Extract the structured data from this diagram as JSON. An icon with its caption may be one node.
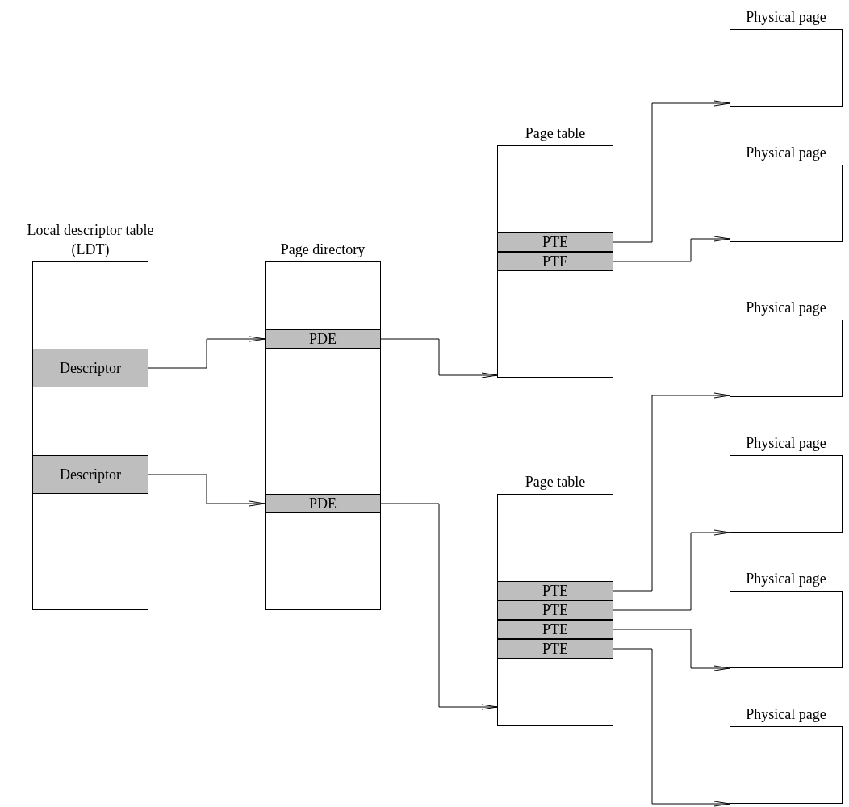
{
  "diagram": {
    "nodes": [
      {
        "text": [
          "Local descriptor table (LDT)"
        ]
      },
      {
        "text": [
          "Descriptor"
        ],
        "in": 0
      },
      {
        "text": [
          "Descriptor"
        ],
        "in": 0
      },
      {
        "text": [
          "Page directory"
        ]
      },
      {
        "text": [
          "PDE"
        ],
        "in": 3
      },
      {
        "text": [
          "PDE"
        ],
        "in": 3
      },
      {
        "text": [
          "Page table"
        ]
      },
      {
        "text": [
          "PTE"
        ],
        "in": 6
      },
      {
        "text": [
          "PTE"
        ],
        "in": 6
      },
      {
        "text": [
          "Page table"
        ]
      },
      {
        "text": [
          "PTE"
        ],
        "in": 9
      },
      {
        "text": [
          "PTE"
        ],
        "in": 9
      },
      {
        "text": [
          "PTE"
        ],
        "in": 9
      },
      {
        "text": [
          "PTE"
        ],
        "in": 9
      },
      {
        "text": [
          "Physical page"
        ]
      },
      {
        "text": [
          "Physical page"
        ]
      },
      {
        "text": [
          "Physical page"
        ]
      },
      {
        "text": [
          "Physical page"
        ]
      },
      {
        "text": [
          "Physical page"
        ]
      },
      {
        "text": [
          "Physical page"
        ]
      }
    ],
    "edges": [
      {
        "from": 1,
        "to": 4,
        "arrow": "to"
      },
      {
        "from": 2,
        "to": 5,
        "arrow": "to"
      },
      {
        "from": 4,
        "to": 6,
        "arrow": "to"
      },
      {
        "from": 5,
        "to": 9,
        "arrow": "to"
      },
      {
        "from": 7,
        "to": 14,
        "arrow": "to"
      },
      {
        "from": 8,
        "to": 15,
        "arrow": "to"
      },
      {
        "from": 10,
        "to": 16,
        "arrow": "to"
      },
      {
        "from": 11,
        "to": 17,
        "arrow": "to"
      },
      {
        "from": 12,
        "to": 18,
        "arrow": "to"
      },
      {
        "from": 13,
        "to": 19,
        "arrow": "to"
      }
    ]
  }
}
